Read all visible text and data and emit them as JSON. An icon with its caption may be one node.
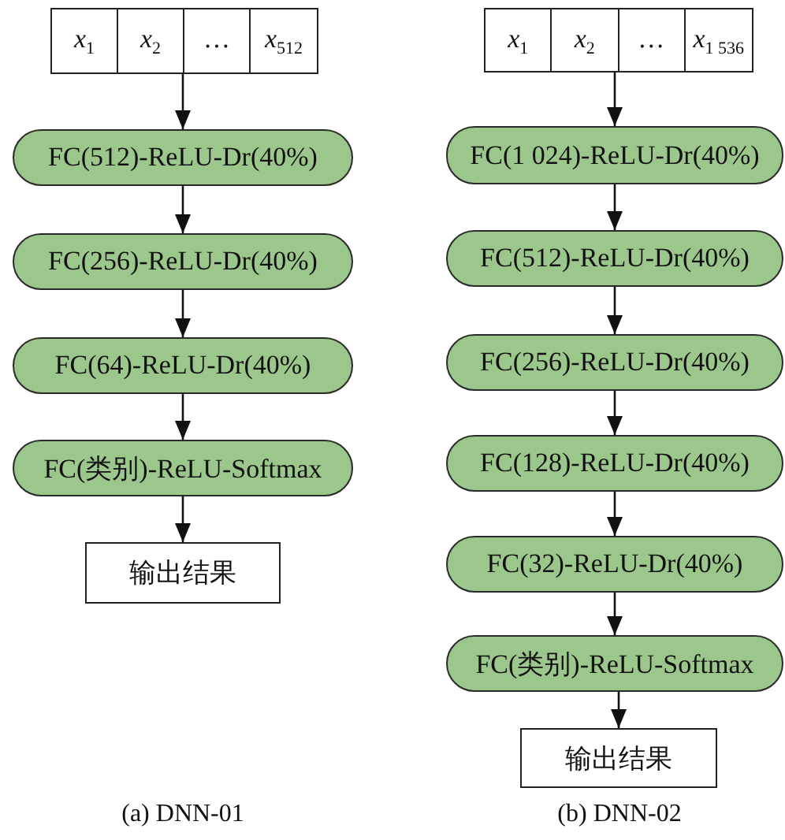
{
  "diagram": {
    "nodes": [
      {
        "text": [],
        "shape": "box"
      },
      {
        "text": [
          "*x*$_{1}$"
        ],
        "in": 0
      },
      {
        "text": [
          "*x*$_{2}$"
        ],
        "in": 0
      },
      {
        "text": [
          "…"
        ],
        "in": 0
      },
      {
        "text": [
          "*x*$_{512}$"
        ],
        "in": 0
      },
      {
        "text": [
          "FC(512)-ReLU-Dr(40%)"
        ]
      },
      {
        "text": [
          "FC(256)-ReLU-Dr(40%)"
        ]
      },
      {
        "text": [
          "FC(64)-ReLU-Dr(40%)"
        ]
      },
      {
        "text": [
          "FC(类别)-ReLU-Softmax"
        ]
      },
      {
        "text": [
          "输出结果"
        ]
      },
      {
        "text": [],
        "shape": "box"
      },
      {
        "text": [
          "*x*$_{1}$"
        ],
        "in": 10
      },
      {
        "text": [
          "*x*$_{2}$"
        ],
        "in": 10
      },
      {
        "text": [
          "…"
        ],
        "in": 10
      },
      {
        "text": [
          "*x*$_{1 536}$"
        ],
        "in": 10
      },
      {
        "text": [
          "FC(1 024)-ReLU-Dr(40%)"
        ]
      },
      {
        "text": [
          "FC(512)-ReLU-Dr(40%)"
        ]
      },
      {
        "text": [
          "FC(256)-ReLU-Dr(40%)"
        ]
      },
      {
        "text": [
          "FC(128)-ReLU-Dr(40%)"
        ]
      },
      {
        "text": [
          "FC(32)-ReLU-Dr(40%)"
        ]
      },
      {
        "text": [
          "FC(类别)-ReLU-Softmax"
        ]
      },
      {
        "text": [
          "输出结果"
        ]
      }
    ],
    "edges": [
      {
        "from": 0,
        "to": 5,
        "arrow": "to"
      },
      {
        "from": 5,
        "to": 6,
        "arrow": "to"
      },
      {
        "from": 6,
        "to": 7,
        "arrow": "to"
      },
      {
        "from": 7,
        "to": 8,
        "arrow": "to"
      },
      {
        "from": 8,
        "to": 9,
        "arrow": "to"
      },
      {
        "from": 10,
        "to": 15,
        "arrow": "to"
      },
      {
        "from": 15,
        "to": 16,
        "arrow": "to"
      },
      {
        "from": 16,
        "to": 17,
        "arrow": "to"
      },
      {
        "from": 17,
        "to": 18,
        "arrow": "to"
      },
      {
        "from": 18,
        "to": 19,
        "arrow": "to"
      },
      {
        "from": 19,
        "to": 20,
        "arrow": "to"
      },
      {
        "from": 20,
        "to": 21,
        "arrow": "to"
      }
    ],
    "labels": [
      "(a) DNN-01",
      "(b) DNN-02"
    ]
  }
}
